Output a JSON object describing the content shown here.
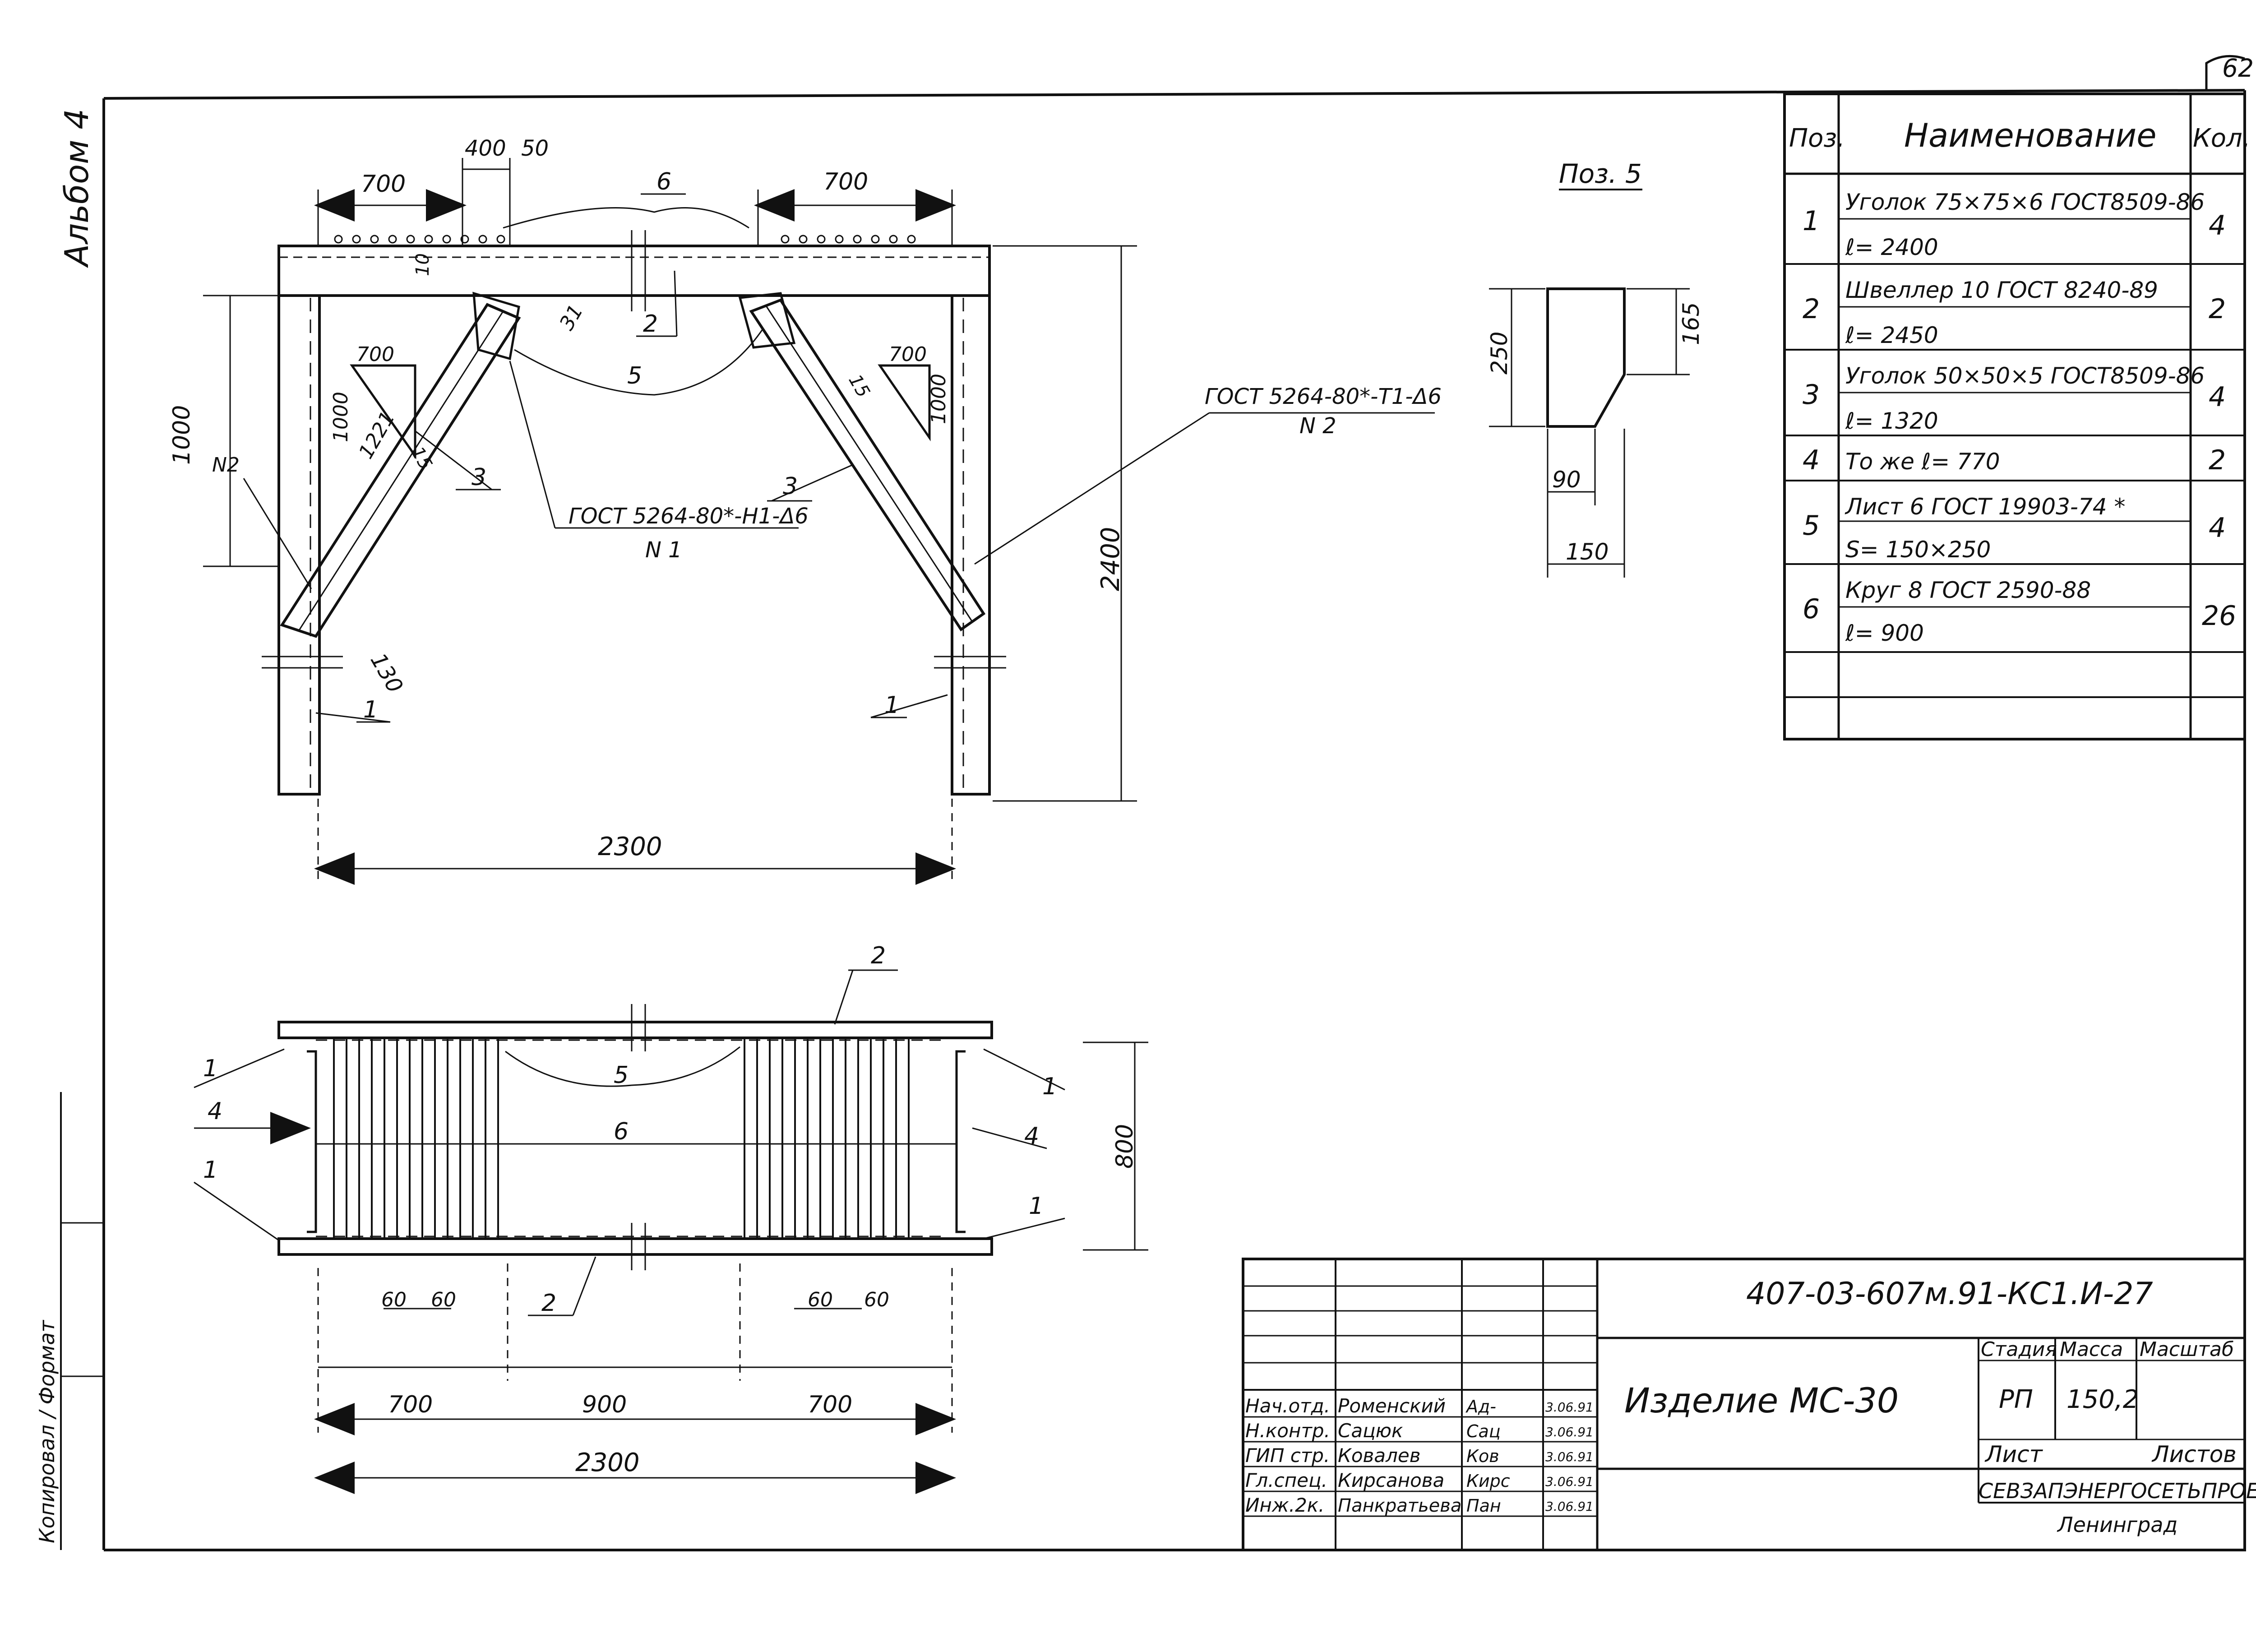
{
  "sheet_number": "62",
  "album": "Альбом 4",
  "side_stamp": "Копировал / Формат",
  "front_view": {
    "dim_top_left": "700",
    "dim_top_400": "400",
    "dim_top_50": "50",
    "dim_top_right": "700",
    "dim_10": "10",
    "dim_31": "31",
    "dim_1000": "1000",
    "dim_2400": "2400",
    "dim_2300": "2300",
    "dim_130": "130",
    "dim_15_left": "15",
    "dim_15_right": "15",
    "tri_left_700": "700",
    "tri_left_1000": "1000",
    "tri_left_1221": "1221",
    "tri_right_700": "700",
    "tri_right_1000": "1000",
    "weld_1_code": "ГОСТ 5264-80*-Н1-Δ6",
    "weld_1_num": "N 1",
    "weld_2_code": "ГОСТ 5264-80*-Т1-Δ6",
    "weld_2_num": "N 2",
    "weld_2_label_left": "N2",
    "pos_1_left": "1",
    "pos_1_right": "1",
    "pos_2": "2",
    "pos_3_left": "3",
    "pos_3_right": "3",
    "pos_5": "5",
    "pos_6": "6"
  },
  "plan_view": {
    "pos_2_top": "2",
    "pos_2_bottom": "2",
    "pos_1_tl": "1",
    "pos_1_bl": "1",
    "pos_1_tr": "1",
    "pos_1_br": "1",
    "pos_4_left": "4",
    "pos_4_right": "4",
    "pos_5": "5",
    "pos_6": "6",
    "dim_60_a": "60",
    "dim_60_b": "60",
    "dim_60_c": "60",
    "dim_60_d": "60",
    "dim_800": "800",
    "dim_700_left": "700",
    "dim_900": "900",
    "dim_700_right": "700",
    "dim_2300": "2300"
  },
  "detail_pos5": {
    "title": "Поз. 5",
    "dim_250": "250",
    "dim_165": "165",
    "dim_90": "90",
    "dim_150": "150"
  },
  "spec_table": {
    "headers": [
      "Поз.",
      "Наименование",
      "Кол."
    ],
    "rows": [
      {
        "pos": "1",
        "name1": "Уголок 75×75×6 ГОСТ8509-86",
        "name2": "ℓ= 2400",
        "qty": "4"
      },
      {
        "pos": "2",
        "name1": "Швеллер 10 ГОСТ 8240-89",
        "name2": "ℓ= 2450",
        "qty": "2"
      },
      {
        "pos": "3",
        "name1": "Уголок 50×50×5 ГОСТ8509-86",
        "name2": "ℓ= 1320",
        "qty": "4"
      },
      {
        "pos": "4",
        "name1": "То же   ℓ= 770",
        "name2": "",
        "qty": "2"
      },
      {
        "pos": "5",
        "name1": "Лист 6  ГОСТ 19903-74 *",
        "name2": "S= 150×250",
        "qty": "4"
      },
      {
        "pos": "6",
        "name1": "Круг 8  ГОСТ 2590-88",
        "name2": "ℓ= 900",
        "qty": "26"
      }
    ]
  },
  "title_block": {
    "doc_code": "407-03-607м.91-КС1.И-27",
    "item_title": "Изделие  МС-30",
    "stage_label": "Стадия",
    "mass_label": "Масса",
    "scale_label": "Масштаб",
    "stage_value": "РП",
    "mass_value": "150,2",
    "sheet_label": "Лист",
    "sheets_label": "Листов",
    "org_line1": "СЕВЗАПЭНЕРГОСЕТЬПРОЕКТ",
    "org_line2": "Ленинград",
    "people": [
      {
        "role": "Нач.отд.",
        "name": "Роменский",
        "sign": "Ад-",
        "date": "3.06.91"
      },
      {
        "role": "Н.контр.",
        "name": "Сацюк",
        "sign": "Сац",
        "date": "3.06.91"
      },
      {
        "role": "ГИП стр.",
        "name": "Ковалев",
        "sign": "Ков",
        "date": "3.06.91"
      },
      {
        "role": "Гл.спец.",
        "name": "Кирсанова",
        "sign": "Кирс",
        "date": "3.06.91"
      },
      {
        "role": "Инж.2к.",
        "name": "Панкратьева",
        "sign": "Пан",
        "date": "3.06.91"
      }
    ]
  }
}
